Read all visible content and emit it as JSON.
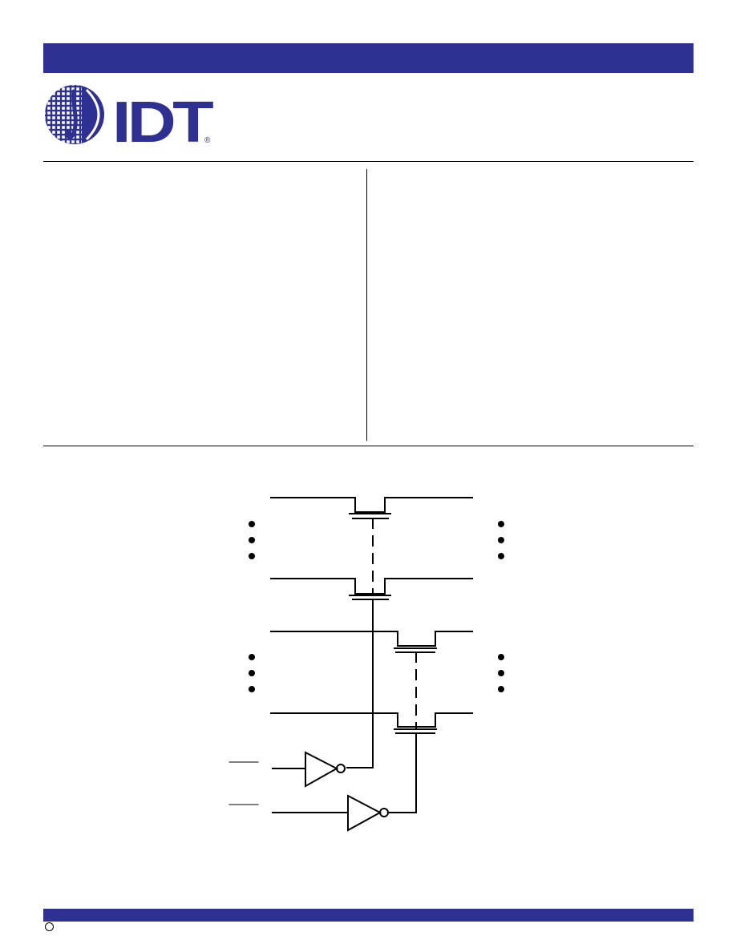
{
  "header": {
    "brand_color": "#2e3192",
    "logo_text": "IDT",
    "registered_mark": "®",
    "logo_icon": "idt-globe-logo-icon"
  },
  "diagram": {
    "description_visible": false,
    "elements": [
      "bus-switch-transistors",
      "enable-inverters",
      "continuation-dots"
    ]
  },
  "footer": {
    "copyright_symbol": ""
  }
}
